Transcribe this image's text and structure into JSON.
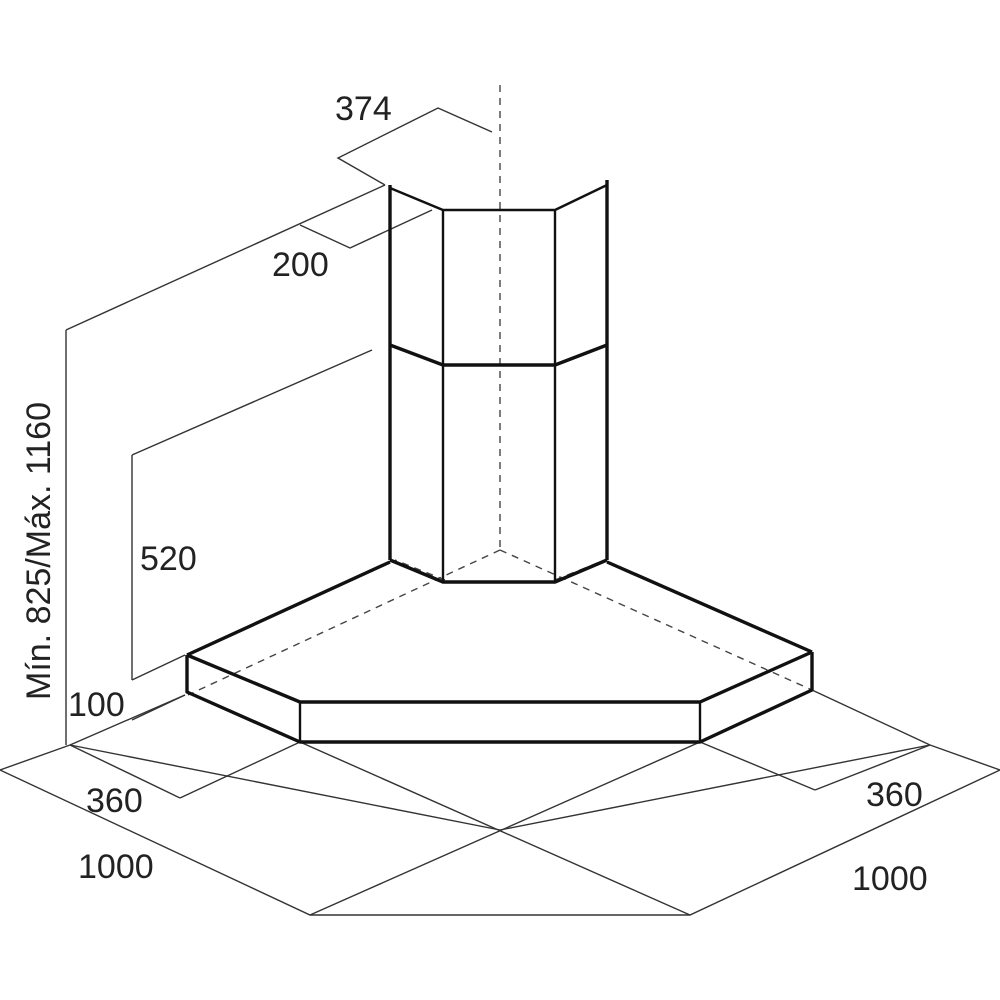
{
  "dimensions": {
    "chimney_width": "374",
    "chimney_depth": "200",
    "total_height": "Mín. 825/Máx. 1160",
    "lower_chimney_height": "520",
    "hood_thickness": "100",
    "front_depth_left": "360",
    "front_depth_right": "360",
    "wall_length_left": "1000",
    "wall_length_right": "1000"
  },
  "colors": {
    "line": "#111111",
    "background": "#ffffff"
  }
}
